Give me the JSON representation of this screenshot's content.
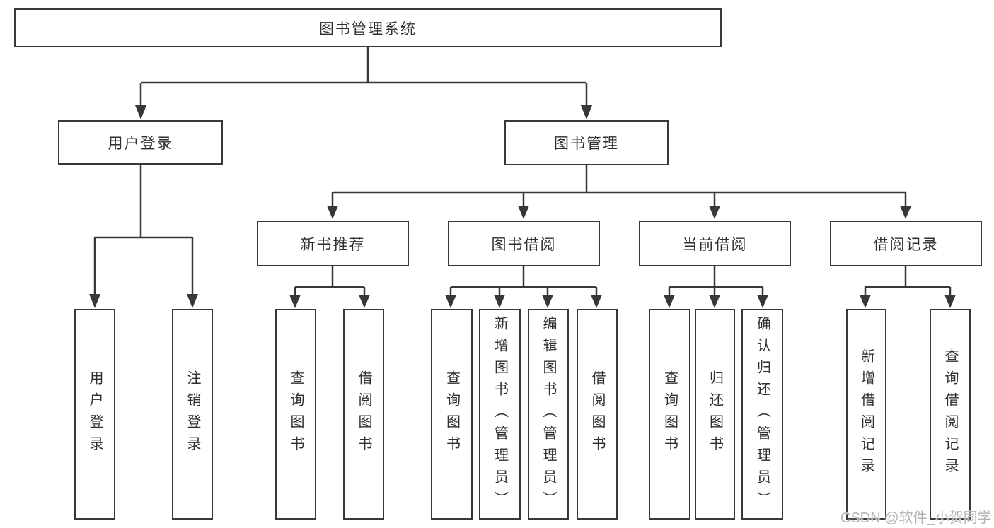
{
  "diagram": {
    "root": {
      "label": "图书管理系统"
    },
    "level2": [
      {
        "id": "user-login",
        "label": "用户登录"
      },
      {
        "id": "book-management",
        "label": "图书管理"
      }
    ],
    "level3": [
      {
        "id": "new-book-recommend",
        "label": "新书推荐",
        "parent": "图书管理"
      },
      {
        "id": "book-borrow",
        "label": "图书借阅",
        "parent": "图书管理"
      },
      {
        "id": "current-borrow",
        "label": "当前借阅",
        "parent": "图书管理"
      },
      {
        "id": "borrow-record",
        "label": "借阅记录",
        "parent": "图书管理"
      }
    ],
    "leaves": [
      {
        "label": "用户登录",
        "parent": "用户登录"
      },
      {
        "label": "注销登录",
        "parent": "用户登录"
      },
      {
        "label": "查询图书",
        "parent": "新书推荐"
      },
      {
        "label": "借阅图书",
        "parent": "新书推荐"
      },
      {
        "label": "查询图书",
        "parent": "图书借阅"
      },
      {
        "label": "新增图书（管理员）",
        "parent": "图书借阅"
      },
      {
        "label": "编辑图书（管理员）",
        "parent": "图书借阅"
      },
      {
        "label": "借阅图书",
        "parent": "图书借阅"
      },
      {
        "label": "查询图书",
        "parent": "当前借阅"
      },
      {
        "label": "归还图书",
        "parent": "当前借阅"
      },
      {
        "label": "确认归还（管理员）",
        "parent": "当前借阅"
      },
      {
        "label": "新增借阅记录",
        "parent": "借阅记录"
      },
      {
        "label": "查询借阅记录",
        "parent": "借阅记录"
      }
    ],
    "watermark": "CSDN @软件_小贺同学",
    "colors": {
      "background": "#ffffff",
      "box_fill": "#ffffff",
      "box_border": "#383838",
      "line": "#383838",
      "text": "#2f2f2f",
      "watermark": "#b3b3b3"
    }
  }
}
